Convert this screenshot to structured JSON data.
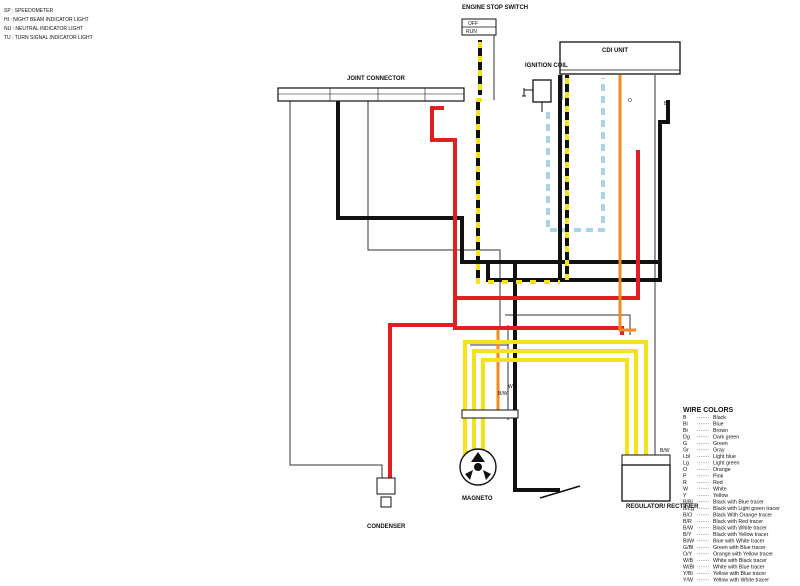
{
  "abbreviations": [
    "SP : SPEEDOMETER",
    "HI : NIGHT BEAM INDICATOR LIGHT",
    "NU : NEUTRAL INDICATOR LIGHT",
    "TU : TURN SIGNAL INDICATOR LIGHT"
  ],
  "components": {
    "engine_stop_switch": "ENGINE STOP SWITCH",
    "switch_off": "OFF",
    "switch_run": "RUN",
    "cdi_unit": "CDI UNIT",
    "ignition_coil": "IGNITION COIL",
    "joint_connector": "JOINT CONNECTOR",
    "magneto": "MAGNETO",
    "condenser": "CONDENSER",
    "regulator_rectifier": "REGULATOR/ RECTIFIER"
  },
  "wire_tags": {
    "bw": "B/W",
    "b": "B",
    "w": "W",
    "o": "O"
  },
  "legend": {
    "title": "WIRE COLORS",
    "items": [
      {
        "code": "B",
        "name": "Black"
      },
      {
        "code": "Bl",
        "name": "Blue"
      },
      {
        "code": "Br",
        "name": "Brown"
      },
      {
        "code": "Dg",
        "name": "Dark green"
      },
      {
        "code": "G",
        "name": "Green"
      },
      {
        "code": "Gr",
        "name": "Gray"
      },
      {
        "code": "Lbl",
        "name": "Light blue"
      },
      {
        "code": "Lg",
        "name": "Light green"
      },
      {
        "code": "O",
        "name": "Orange"
      },
      {
        "code": "P",
        "name": "Pink"
      },
      {
        "code": "R",
        "name": "Red"
      },
      {
        "code": "W",
        "name": "White"
      },
      {
        "code": "Y",
        "name": "Yellow"
      },
      {
        "code": "B/Bl",
        "name": "Black with Blue tracer"
      },
      {
        "code": "B/Lg",
        "name": "Black with Light green tracer"
      },
      {
        "code": "B/O",
        "name": "Black With Orange tracer"
      },
      {
        "code": "B/R",
        "name": "Black with Red tracer"
      },
      {
        "code": "B/W",
        "name": "Black with White tracer"
      },
      {
        "code": "B/Y",
        "name": "Black with Yellow tracer"
      },
      {
        "code": "Bl/W",
        "name": "Blue with White tracer"
      },
      {
        "code": "G/Bl",
        "name": "Green with Blue tracer"
      },
      {
        "code": "O/Y",
        "name": "Orange with Yellow tracer"
      },
      {
        "code": "W/B",
        "name": "White with Black tracer"
      },
      {
        "code": "W/Bl",
        "name": "White with Blue tracer"
      },
      {
        "code": "Y/Bl",
        "name": "Yellow with Blue tracer"
      },
      {
        "code": "Y/W",
        "name": "Yellow with White tracer"
      }
    ]
  },
  "colors": {
    "black_wire": "#111111",
    "red_wire": "#e02020",
    "yellow_wire": "#f5e21a",
    "orange_wire": "#f08a24",
    "lightblue_wire": "#a9d3e6",
    "thin_wire": "#333333"
  }
}
